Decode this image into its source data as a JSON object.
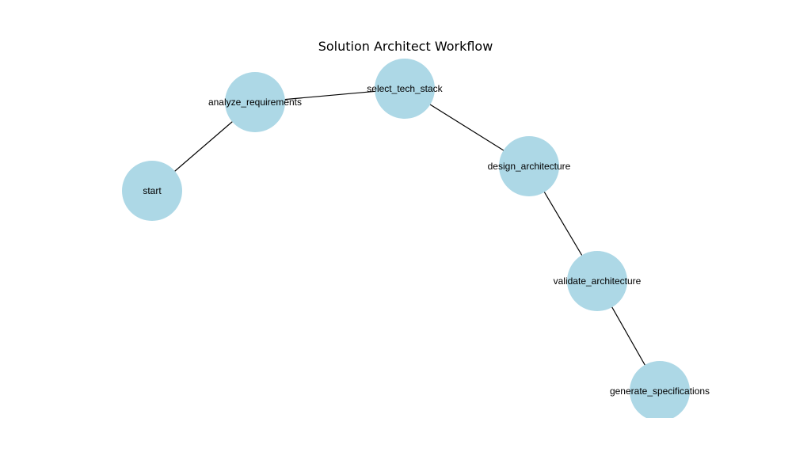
{
  "title": "Solution Architect Workflow",
  "colors": {
    "node_fill": "#add8e6",
    "edge": "#000000",
    "text": "#000000",
    "background": "#ffffff"
  },
  "nodes": [
    {
      "id": "start",
      "label": "start"
    },
    {
      "id": "analyze_requirements",
      "label": "analyze_requirements"
    },
    {
      "id": "select_tech_stack",
      "label": "select_tech_stack"
    },
    {
      "id": "design_architecture",
      "label": "design_architecture"
    },
    {
      "id": "validate_architecture",
      "label": "validate_architecture"
    },
    {
      "id": "generate_specifications",
      "label": "generate_specifications"
    }
  ],
  "edges": [
    {
      "from": "start",
      "to": "analyze_requirements"
    },
    {
      "from": "analyze_requirements",
      "to": "select_tech_stack"
    },
    {
      "from": "select_tech_stack",
      "to": "design_architecture"
    },
    {
      "from": "design_architecture",
      "to": "validate_architecture"
    },
    {
      "from": "validate_architecture",
      "to": "generate_specifications"
    }
  ]
}
